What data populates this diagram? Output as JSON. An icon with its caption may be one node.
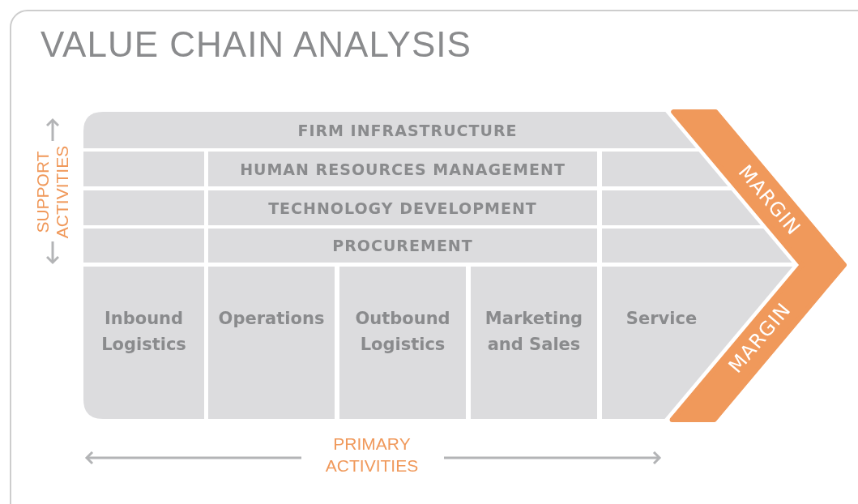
{
  "diagram": {
    "title": "VALUE CHAIN ANALYSIS",
    "nodes": [
      {
        "text": [
          "FIRM INFRASTRUCTURE"
        ]
      },
      {
        "text": [],
        "shape": "box"
      },
      {
        "text": [
          "HUMAN RESOURCES MANAGEMENT"
        ]
      },
      {
        "text": [],
        "shape": "box"
      },
      {
        "text": [],
        "shape": "box"
      },
      {
        "text": [
          "TECHNOLOGY DEVELOPMENT"
        ]
      },
      {
        "text": [],
        "shape": "box"
      },
      {
        "text": [],
        "shape": "box"
      },
      {
        "text": [
          "PROCUREMENT"
        ]
      },
      {
        "text": [],
        "shape": "box"
      },
      {
        "text": [
          "Inbound Logistics"
        ]
      },
      {
        "text": [
          "Operations"
        ]
      },
      {
        "text": [
          "Outbound Logistics"
        ]
      },
      {
        "text": [
          "Marketing and Sales"
        ]
      },
      {
        "text": [
          "Service"
        ]
      },
      {
        "text": [
          "MARGIN",
          "MARGIN"
        ]
      }
    ],
    "labels": [
      "SUPPORT ACTIVITIES",
      "PRIMARY ACTIVITIES"
    ]
  }
}
